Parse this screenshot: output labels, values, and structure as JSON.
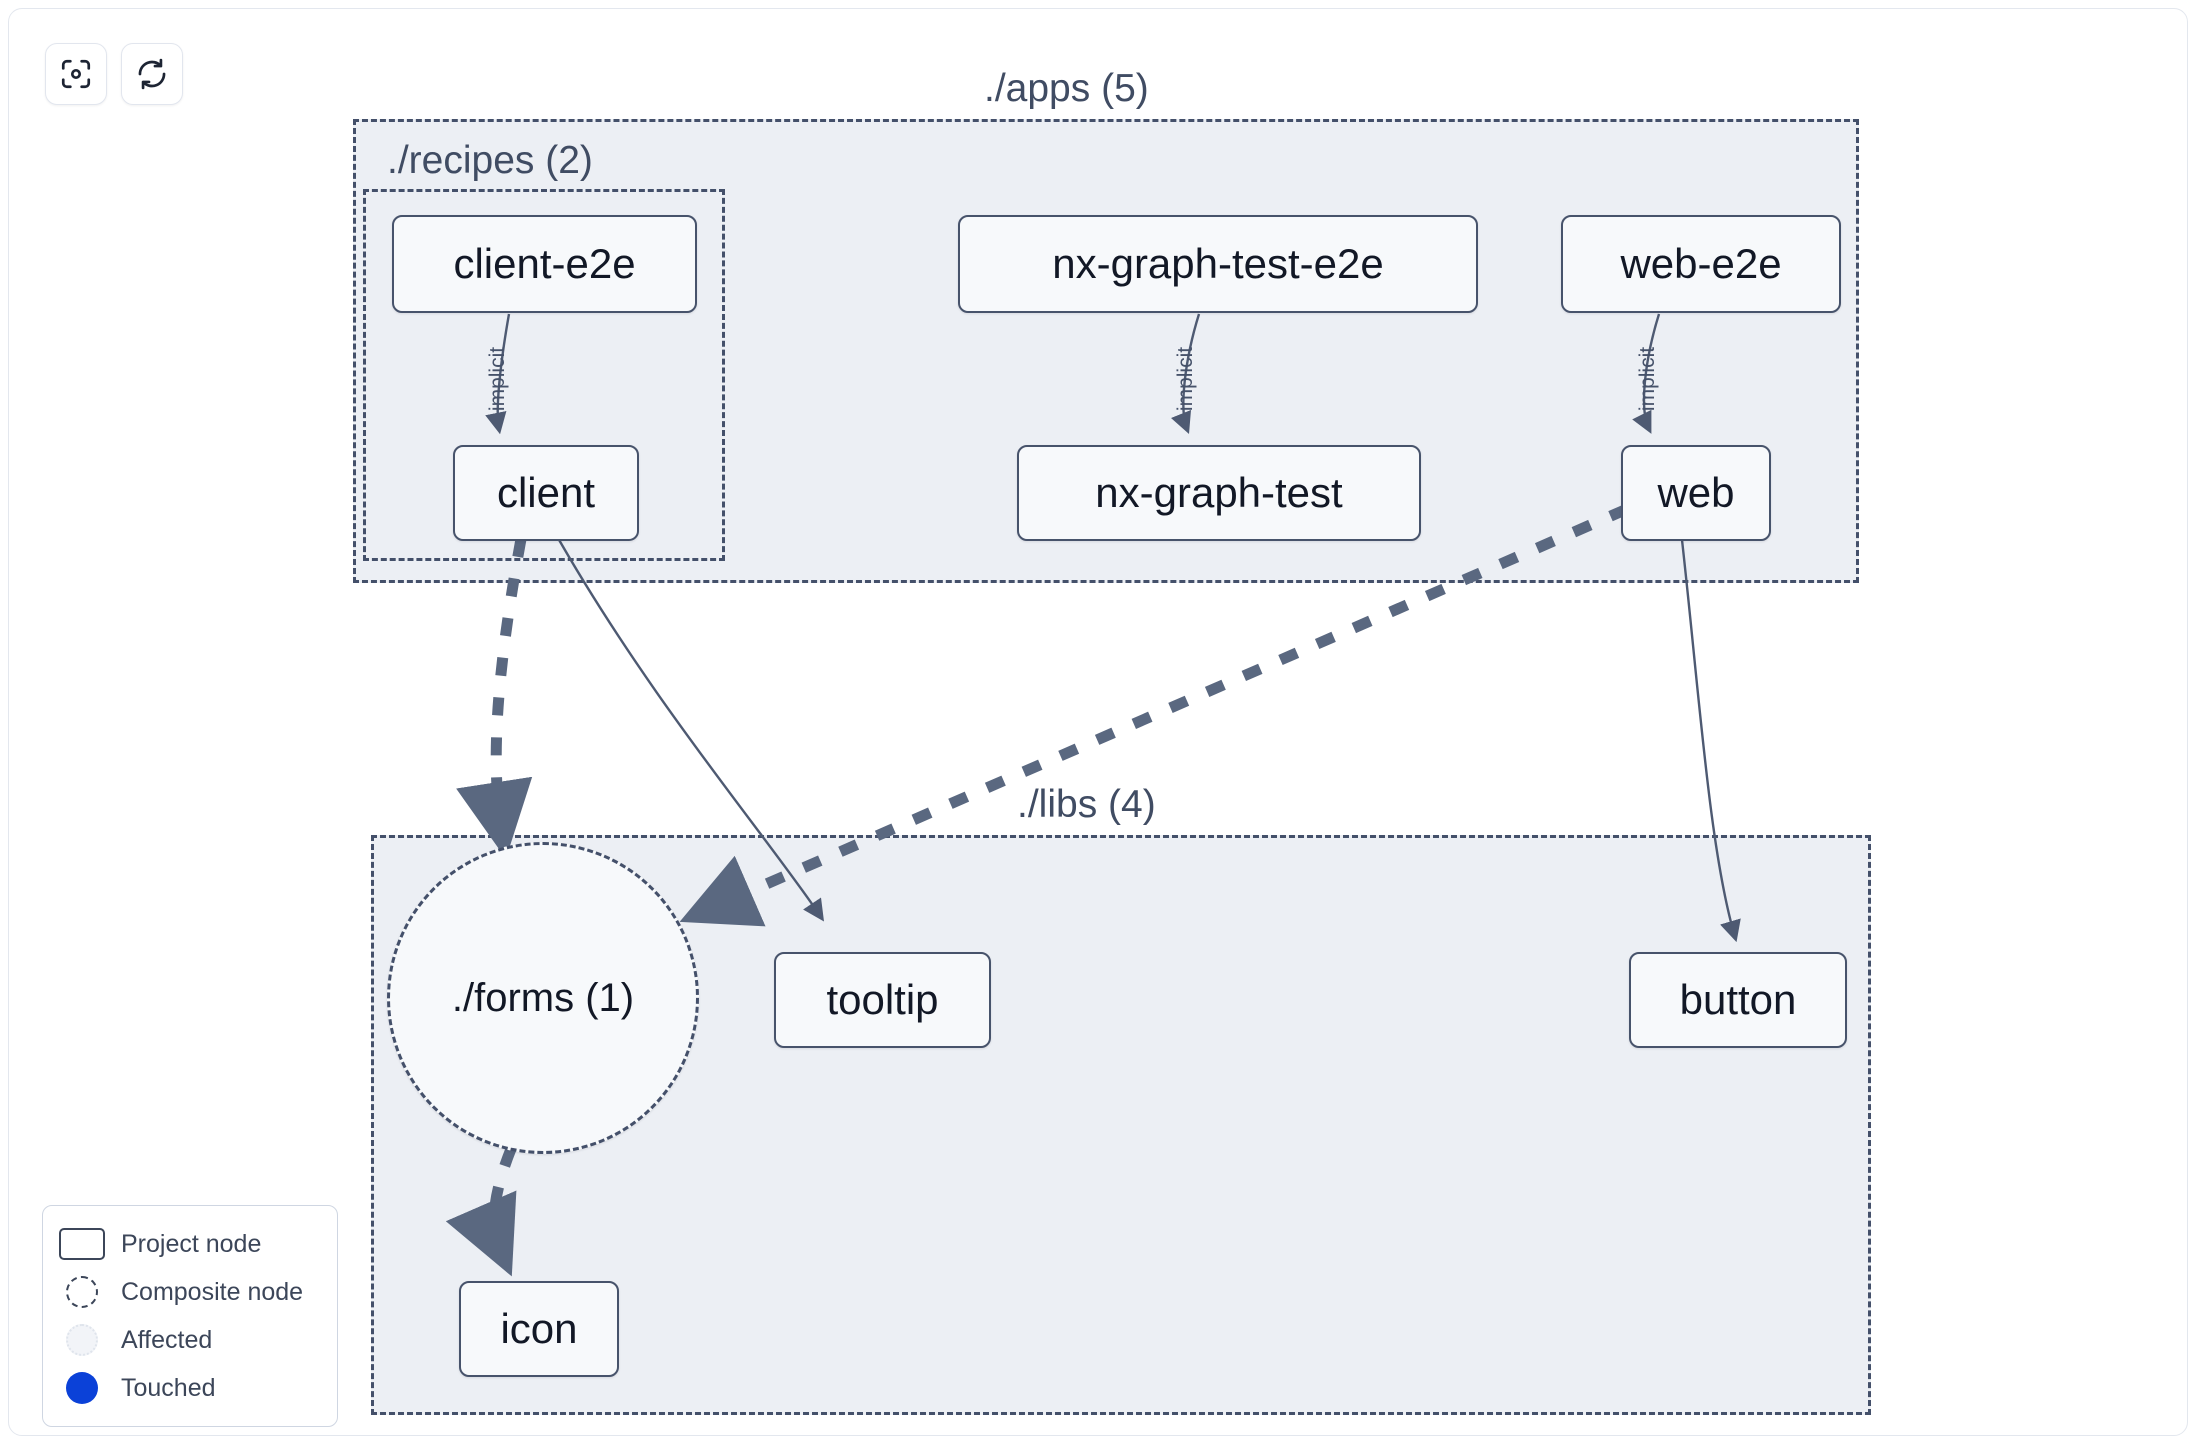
{
  "toolbar": {
    "buttons": [
      {
        "name": "focus-graph-button",
        "icon": "focus-scan-icon",
        "title": "Focus"
      },
      {
        "name": "refresh-graph-button",
        "icon": "refresh-icon",
        "title": "Refresh"
      }
    ]
  },
  "graph": {
    "groups": [
      {
        "id": "apps",
        "label": "./apps (5)"
      },
      {
        "id": "recipes",
        "label": "./recipes (2)"
      },
      {
        "id": "libs",
        "label": "./libs (4)"
      }
    ],
    "nodes": [
      {
        "id": "client-e2e",
        "label": "client-e2e",
        "type": "project"
      },
      {
        "id": "nx-graph-test-e2e",
        "label": "nx-graph-test-e2e",
        "type": "project"
      },
      {
        "id": "web-e2e",
        "label": "web-e2e",
        "type": "project"
      },
      {
        "id": "client",
        "label": "client",
        "type": "project"
      },
      {
        "id": "nx-graph-test",
        "label": "nx-graph-test",
        "type": "project"
      },
      {
        "id": "web",
        "label": "web",
        "type": "project"
      },
      {
        "id": "forms",
        "label": "./forms (1)",
        "type": "composite"
      },
      {
        "id": "tooltip",
        "label": "tooltip",
        "type": "project"
      },
      {
        "id": "button",
        "label": "button",
        "type": "project"
      },
      {
        "id": "icon",
        "label": "icon",
        "type": "project"
      }
    ],
    "edges": [
      {
        "from": "client-e2e",
        "to": "client",
        "label": "implicit",
        "style": "solid"
      },
      {
        "from": "nx-graph-test-e2e",
        "to": "nx-graph-test",
        "label": "implicit",
        "style": "solid"
      },
      {
        "from": "web-e2e",
        "to": "web",
        "label": "implicit",
        "style": "solid"
      },
      {
        "from": "client",
        "to": "forms",
        "label": "",
        "style": "dashed"
      },
      {
        "from": "client",
        "to": "tooltip",
        "label": "",
        "style": "solid"
      },
      {
        "from": "web",
        "to": "forms",
        "label": "",
        "style": "dashed"
      },
      {
        "from": "web",
        "to": "button",
        "label": "",
        "style": "solid"
      },
      {
        "from": "forms",
        "to": "icon",
        "label": "",
        "style": "dashed"
      }
    ]
  },
  "legend": {
    "items": [
      {
        "label": "Project node",
        "swatch": "rect"
      },
      {
        "label": "Composite node",
        "swatch": "dashed-circle"
      },
      {
        "label": "Affected",
        "swatch": "affected-circle"
      },
      {
        "label": "Touched",
        "swatch": "touched-circle"
      }
    ]
  },
  "colors": {
    "group_fill": "#eceff4",
    "group_border": "#44506a",
    "node_border": "#47536b",
    "node_fill": "#f7f9fb",
    "edge": "#4e5a72",
    "text": "#121826",
    "label": "#404c63",
    "touched": "#0b41d8"
  }
}
